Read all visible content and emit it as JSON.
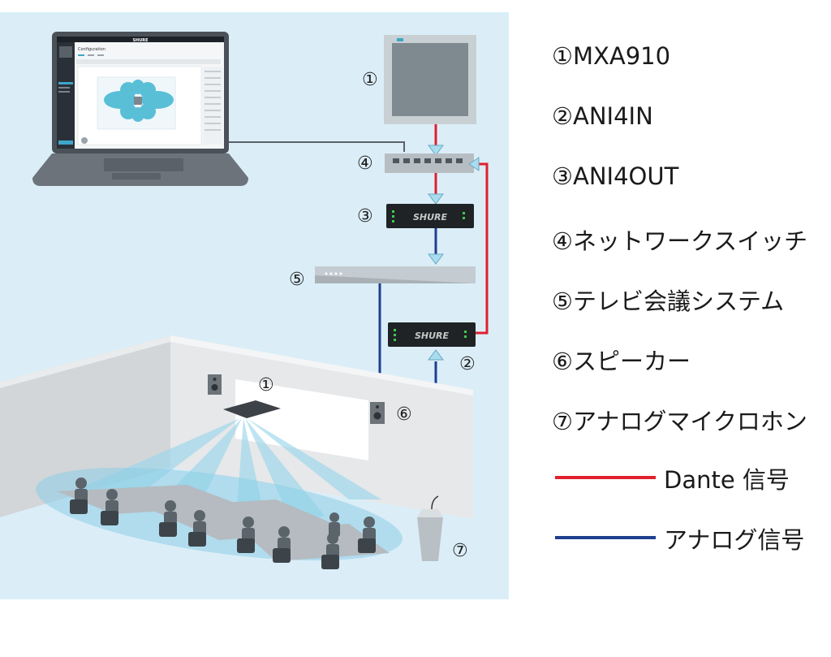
{
  "callouts": {
    "mic_ceiling": "①",
    "switch": "④",
    "ani4out": "③",
    "conf_system": "⑤",
    "ani4in": "②",
    "mic_room": "①",
    "speaker": "⑥",
    "analog_mic": "⑦"
  },
  "device_brand": "SHURE",
  "laptop_screen": {
    "brand": "SHURE",
    "title": "Configuration"
  },
  "legend": {
    "items": [
      {
        "text": "①MXA910"
      },
      {
        "text": "②ANI4IN"
      },
      {
        "text": "③ANI4OUT"
      },
      {
        "text": "④ネットワークスイッチ"
      },
      {
        "text": "⑤テレビ会議システム"
      },
      {
        "text": "⑥スピーカー"
      },
      {
        "text": "⑦アナログマイクロホン"
      }
    ],
    "lines": [
      {
        "label": "Dante 信号",
        "color": "#e0202e"
      },
      {
        "label": "アナログ信号",
        "color": "#1f3f8f"
      }
    ]
  }
}
